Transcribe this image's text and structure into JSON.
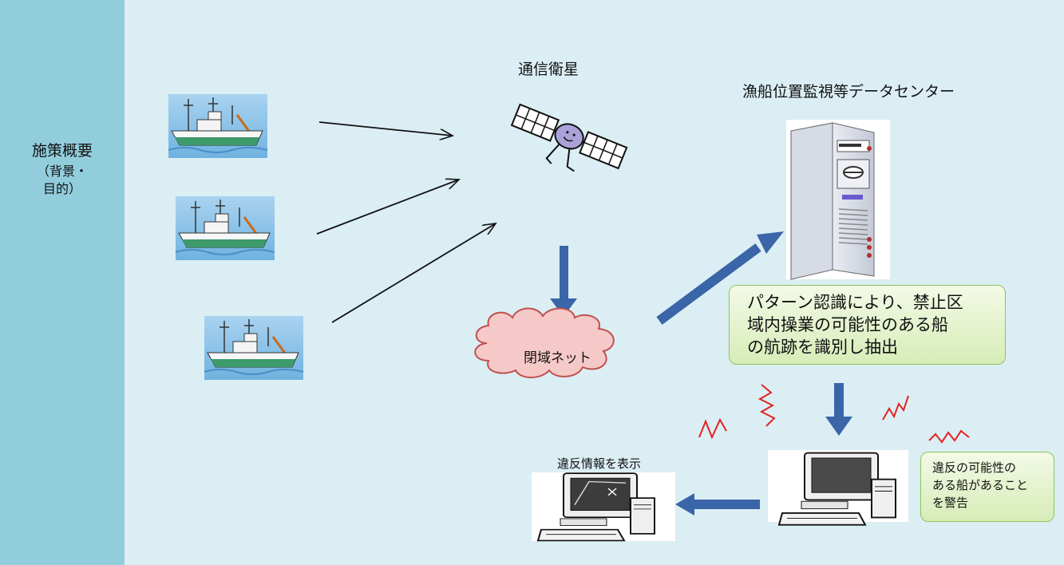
{
  "sidebar": {
    "title": "施策概要",
    "subtitle_line1": "（背景・",
    "subtitle_line2": "目的）"
  },
  "labels": {
    "satellite": "通信衛星",
    "datacenter": "漁船位置監視等データセンター",
    "network": "閉域ネット",
    "display": "違反情報を表示"
  },
  "pattern_box": {
    "line1": "パターン認識により、禁止区",
    "line2": "域内操業の可能性のある船",
    "line3": "の航跡を識別し抽出"
  },
  "warning_box": {
    "line1": "違反の可能性の",
    "line2": "ある船があること",
    "line3": "を警告"
  },
  "colors": {
    "sidebar": "#92cddc",
    "background": "#dbeef4",
    "arrow_blue": "#3a65a8",
    "signal_red": "#e52222",
    "box_green": "#d7ecb8"
  }
}
